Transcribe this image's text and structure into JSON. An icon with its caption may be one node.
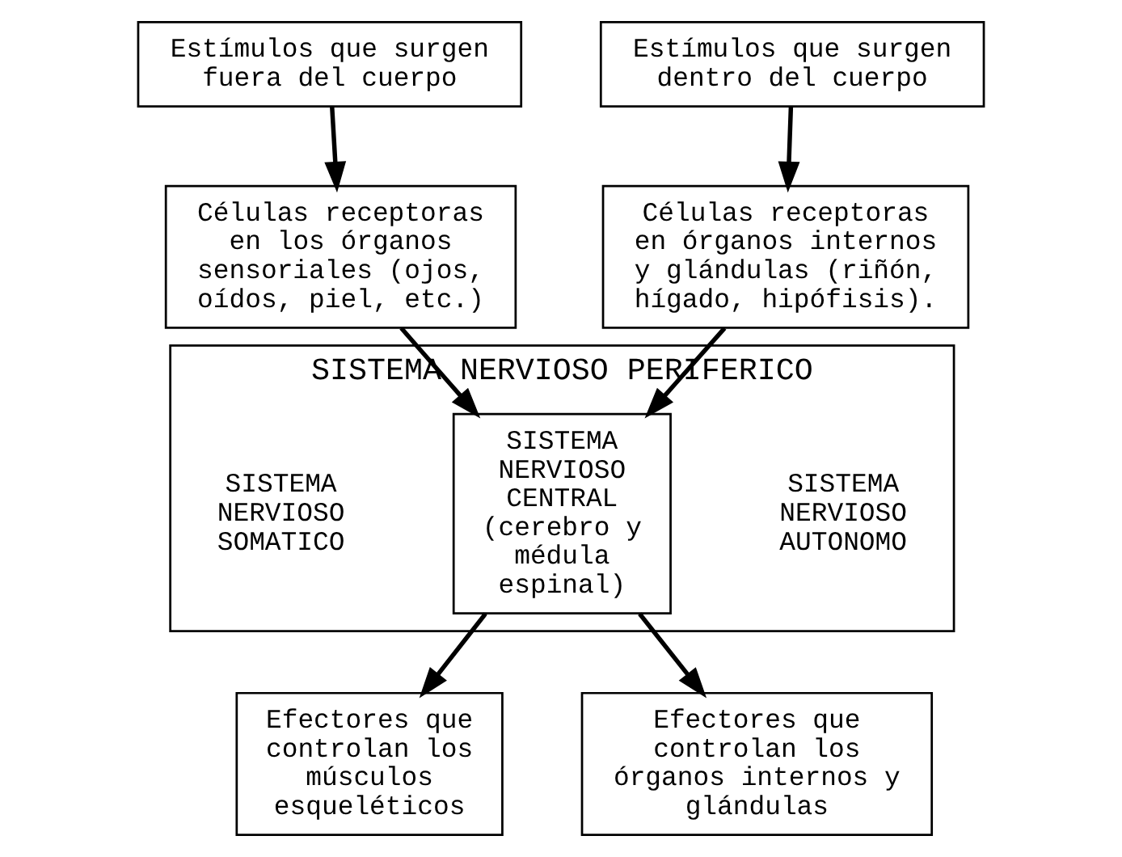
{
  "diagram": {
    "nodes": [
      {
        "text": [
          "Estímulos que surgen fuera del cuerpo"
        ]
      },
      {
        "text": [
          "Estímulos que surgen dentro del cuerpo"
        ]
      },
      {
        "text": [
          "Células receptoras en los órganos sensoriales (ojos, oídos, piel, etc.)"
        ]
      },
      {
        "text": [
          "Células receptoras en órganos internos y glándulas (riñón, hígado, hipófisis)."
        ]
      },
      {
        "text": [
          "SISTEMA NERVIOSO PERIFERICO"
        ]
      },
      {
        "text": [
          "SISTEMA NERVIOSO SOMATICO"
        ],
        "in": 4
      },
      {
        "text": [
          "SISTEMA NERVIOSO CENTRAL (cerebro y médula espinal)"
        ],
        "in": 4
      },
      {
        "text": [
          "SISTEMA NERVIOSO AUTONOMO"
        ],
        "in": 4
      },
      {
        "text": [
          "Efectores que controlan los músculos esqueléticos"
        ]
      },
      {
        "text": [
          "Efectores que controlan los órganos internos y glándulas"
        ]
      }
    ],
    "edges": [
      {
        "from": 0,
        "to": 2,
        "arrow": "to"
      },
      {
        "from": 1,
        "to": 3,
        "arrow": "to"
      },
      {
        "from": 2,
        "to": 6,
        "arrow": "to"
      },
      {
        "from": 3,
        "to": 6,
        "arrow": "to"
      },
      {
        "from": 6,
        "to": 8,
        "arrow": "to"
      },
      {
        "from": 6,
        "to": 9,
        "arrow": "to"
      }
    ]
  }
}
